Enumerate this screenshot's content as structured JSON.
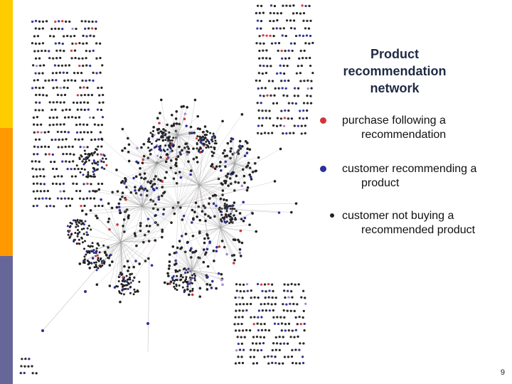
{
  "slide": {
    "title_lines": [
      "Product",
      "recommendation",
      "network"
    ],
    "page_number": "9"
  },
  "legend": [
    {
      "line1": "purchase following a",
      "line2": "recommendation",
      "color": "#d2343a",
      "marker": "dot"
    },
    {
      "line1": "customer recommending a",
      "line2": "product",
      "color": "#2b2f9e",
      "marker": "dot"
    },
    {
      "line1": "customer not buying a",
      "line2": "recommended product",
      "color": "#222222",
      "marker": "small-dot"
    }
  ],
  "colors": {
    "bar_top": "#ffcc00",
    "bar_middle": "#ff9900",
    "bar_bottom": "#666699",
    "edge": "#9a9a9a",
    "edge_red": "#c98080",
    "node_black": "#222222",
    "node_blue": "#2b2f9e",
    "node_red": "#d2343a",
    "node_purple": "#a58bd0"
  }
}
